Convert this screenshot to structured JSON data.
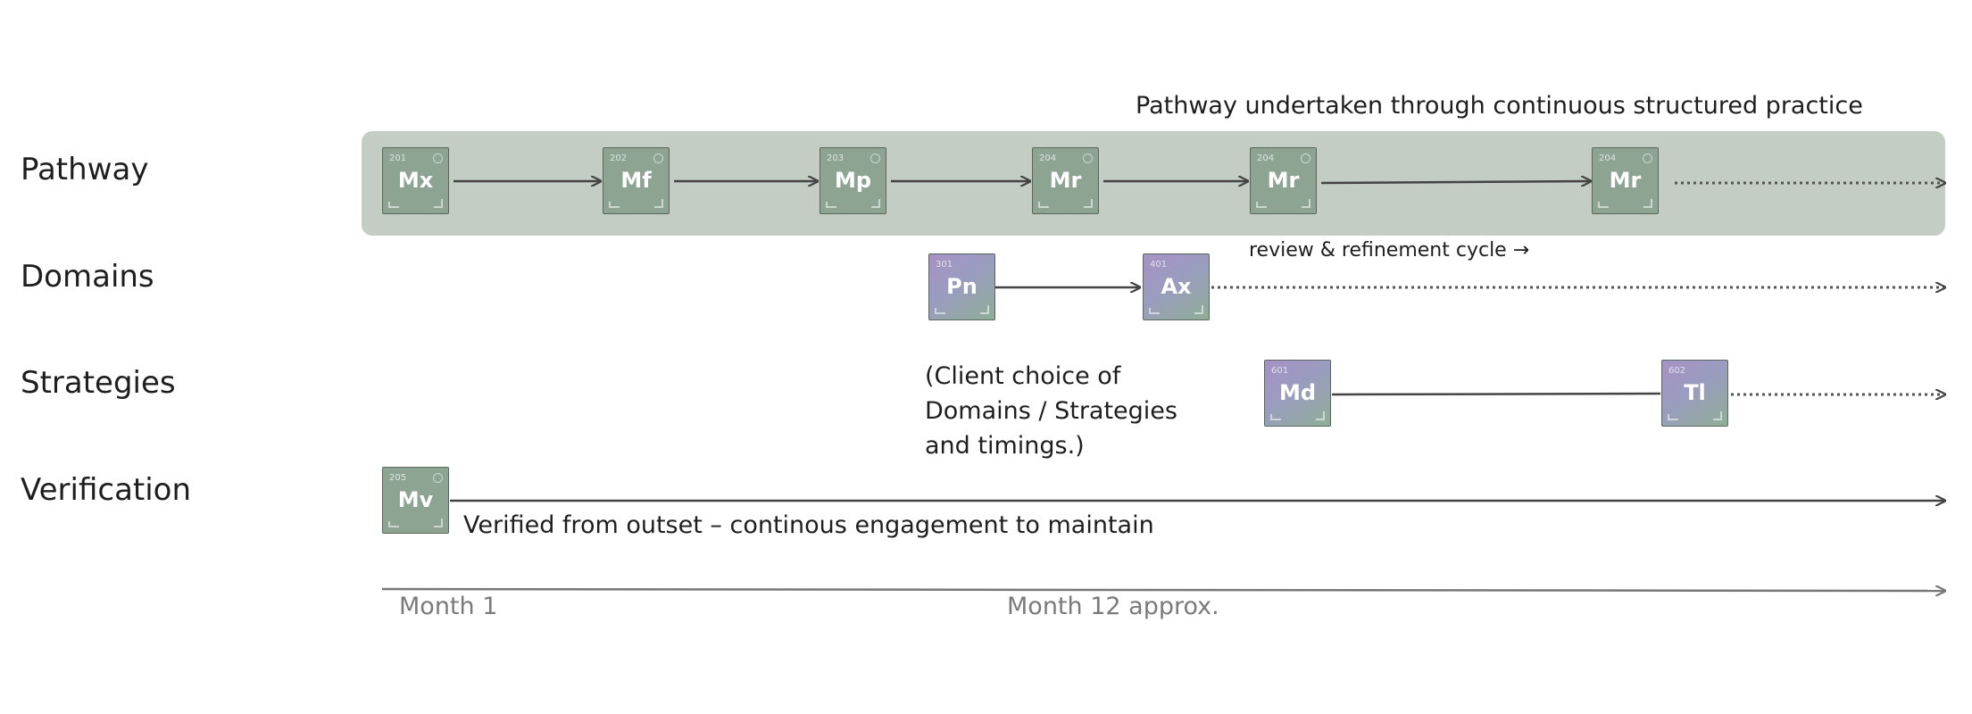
{
  "pathway_caption": "Pathway undertaken through continuous structured practice",
  "rows": [
    {
      "label": "Pathway"
    },
    {
      "label": "Domains"
    },
    {
      "label": "Strategies"
    },
    {
      "label": "Verification"
    }
  ],
  "tiles": {
    "pathway": [
      {
        "num": "201",
        "symbol": "Mx"
      },
      {
        "num": "202",
        "symbol": "Mf"
      },
      {
        "num": "203",
        "symbol": "Mp"
      },
      {
        "num": "204",
        "symbol": "Mr"
      },
      {
        "num": "204",
        "symbol": "Mr"
      },
      {
        "num": "204",
        "symbol": "Mr"
      }
    ],
    "domains": [
      {
        "num": "301",
        "symbol": "Pn"
      },
      {
        "num": "401",
        "symbol": "Ax"
      }
    ],
    "strategies": [
      {
        "num": "601",
        "symbol": "Md"
      },
      {
        "num": "602",
        "symbol": "Tl"
      }
    ],
    "verification": [
      {
        "num": "205",
        "symbol": "Mv"
      }
    ]
  },
  "review_note": "review & refinement cycle →",
  "client_note_lines": [
    "(Client choice of",
    "Domains / Strategies",
    "and timings.)"
  ],
  "verification_note": "Verified from outset – continous engagement to maintain",
  "timeline": {
    "start_label": "Month 1",
    "mid_label": "Month 12 approx."
  },
  "colors": {
    "arrow": "#444444",
    "timeline": "#777777",
    "band": "#c3cdc4",
    "tile_green": "#8da493",
    "tile_purple": "#a692c6"
  }
}
